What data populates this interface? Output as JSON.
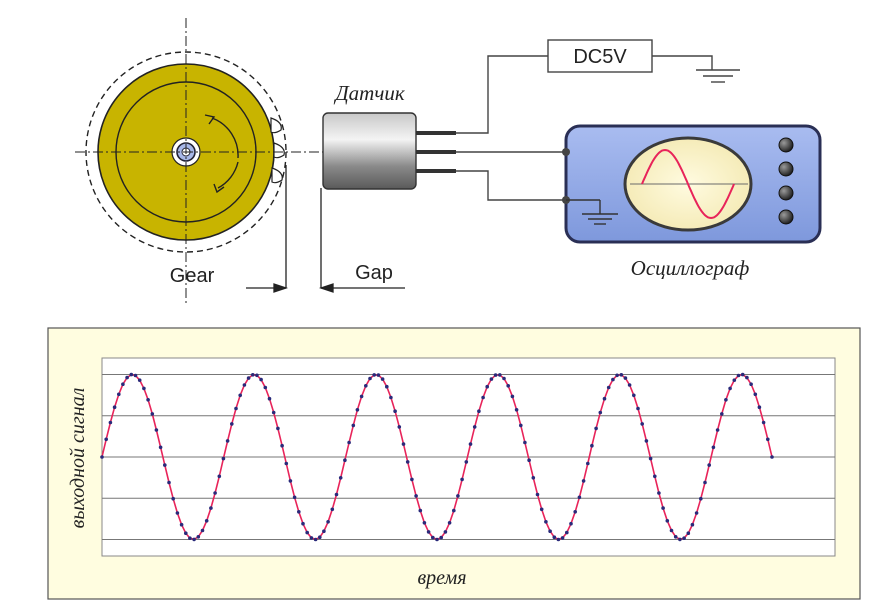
{
  "labels": {
    "gear": "Gear",
    "gap": "Gap",
    "sensor": "Датчик",
    "power": "DC5V",
    "oscilloscope": "Осциллограф"
  },
  "chart_data": {
    "type": "line",
    "xlabel": "время",
    "ylabel": "выходной сигнал",
    "series": [
      {
        "waveform": "sine",
        "cycles": 5.5,
        "start_phase_deg": 0,
        "amplitude": 1,
        "sample_points": 160
      }
    ],
    "ylim": [
      -1.2,
      1.2
    ],
    "grid": "horizontal",
    "line_color": "#e8245a",
    "marker_color": "#2a2a7a",
    "panel_background": "#fffde0"
  },
  "colors": {
    "gear_fill": "#c8b400",
    "sensor_body": "#8a8a8a",
    "scope_body": "#8ea6e6",
    "scope_screen": "#fff6c8",
    "trace": "#e8245a"
  }
}
